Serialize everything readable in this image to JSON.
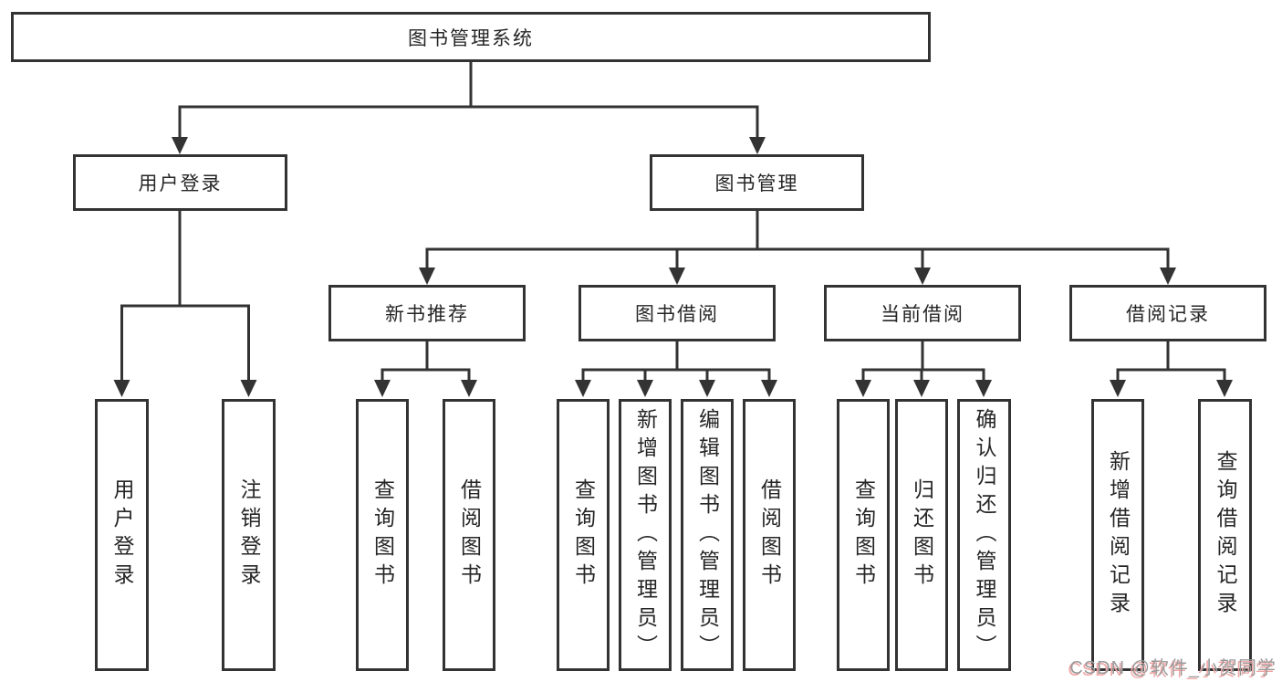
{
  "tree": {
    "root": {
      "label": "图书管理系统",
      "children": [
        {
          "label": "用户登录",
          "children": [
            {
              "label": "用户登录"
            },
            {
              "label": "注销登录"
            }
          ]
        },
        {
          "label": "图书管理",
          "children": [
            {
              "label": "新书推荐",
              "children": [
                {
                  "label": "查询图书"
                },
                {
                  "label": "借阅图书"
                }
              ]
            },
            {
              "label": "图书借阅",
              "children": [
                {
                  "label": "查询图书"
                },
                {
                  "label": "新增图书（管理员）"
                },
                {
                  "label": "编辑图书（管理员）"
                },
                {
                  "label": "借阅图书"
                }
              ]
            },
            {
              "label": "当前借阅",
              "children": [
                {
                  "label": "查询图书"
                },
                {
                  "label": "归还图书"
                },
                {
                  "label": "确认归还（管理员）"
                }
              ]
            },
            {
              "label": "借阅记录",
              "children": [
                {
                  "label": "新增借阅记录"
                },
                {
                  "label": "查询借阅记录"
                }
              ]
            }
          ]
        }
      ]
    }
  },
  "watermark": {
    "text": "CSDN @软件_小贺同学"
  },
  "colors": {
    "line_color": "#333333",
    "text_color": "#262626",
    "box_bg": "#ffffff",
    "page_bg": "#ffffff",
    "watermark_gray": "#9a9a9a",
    "watermark_pink": "#f0a5a5"
  }
}
